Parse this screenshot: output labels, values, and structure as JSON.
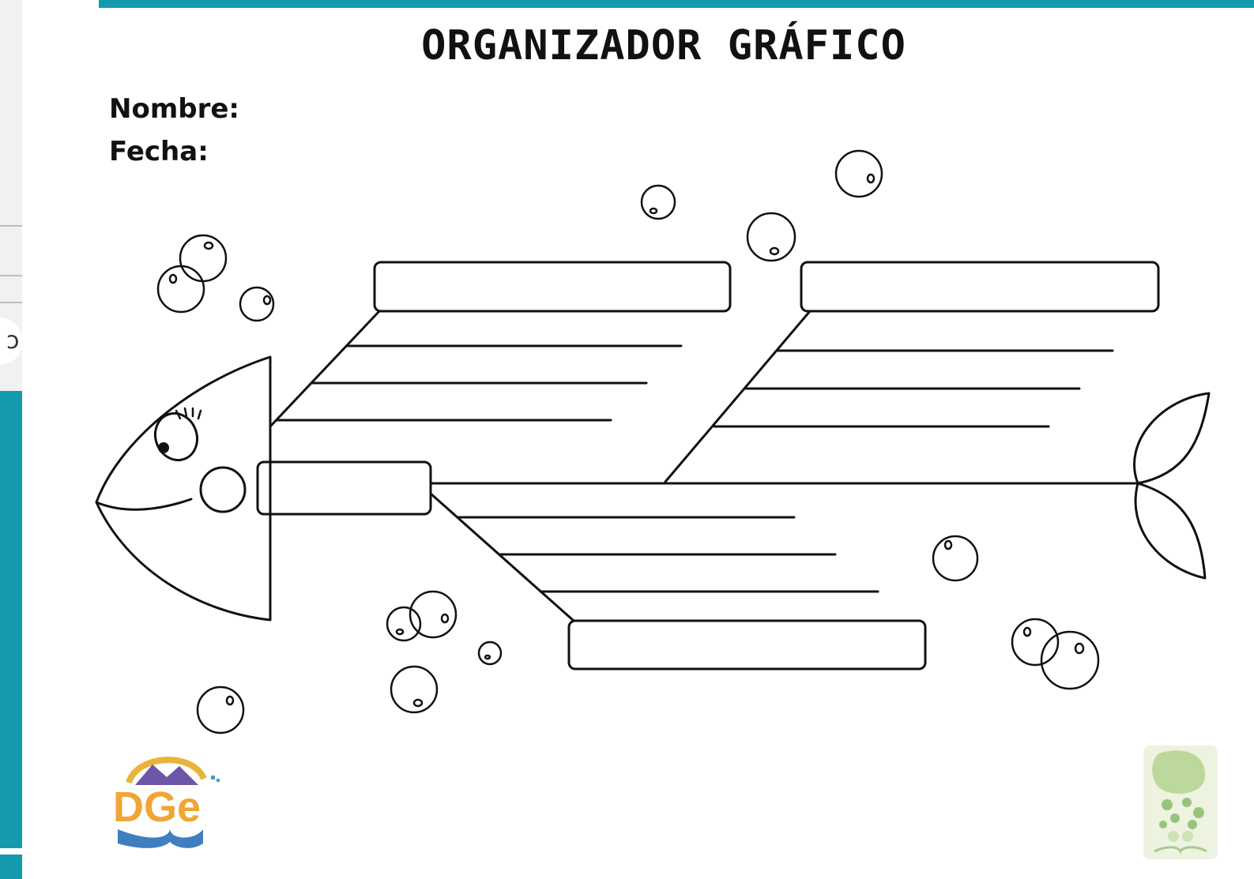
{
  "document": {
    "title": "ORGANIZADOR GRÁFICO",
    "fields": {
      "name_label": "Nombre:",
      "date_label": "Fecha:"
    }
  },
  "logos": {
    "left": "DGe",
    "left_icon": "dge-logo-icon",
    "right_icon": "plan-lectura-logo-icon"
  },
  "colors": {
    "accent": "#149aad",
    "ink": "#111111"
  }
}
